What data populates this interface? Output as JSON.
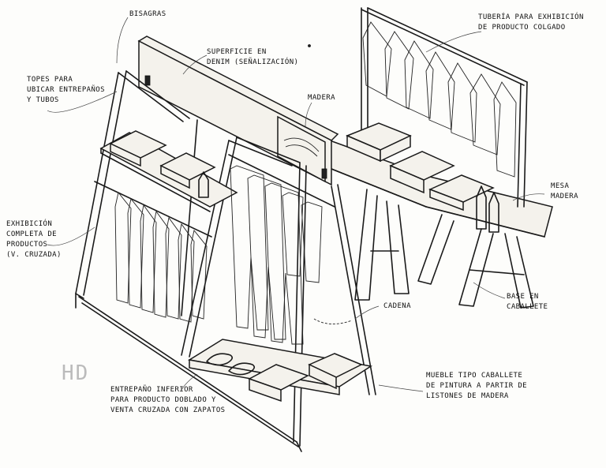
{
  "labels": {
    "bisagras": "BISAGRAS",
    "superficie": "SUPERFICIE EN\nDENIM (SEÑALIZACIÓN)",
    "topes": "TOPES PARA\nUBICAR ENTREPAÑOS\nY TUBOS",
    "madera": "MADERA",
    "tuberia": "TUBERÍA PARA EXHIBICIÓN\nDE PRODUCTO COLGADO",
    "mesa": "MESA\nMADERA",
    "exhibicion": "EXHIBICIÓN\nCOMPLETA DE\nPRODUCTOS\n(V. CRUZADA)",
    "cadena": "CADENA",
    "base": "BASE EN\nCABALLETE",
    "mueble": "MUEBLE TIPO CABALLETE\nDE PINTURA A PARTIR DE\nLISTONES DE MADERA",
    "entrepano": "ENTREPAÑO INFERIOR\nPARA PRODUCTO DOBLADO Y\nVENTA CRUZADA CON ZAPATOS",
    "signature": "HD"
  }
}
